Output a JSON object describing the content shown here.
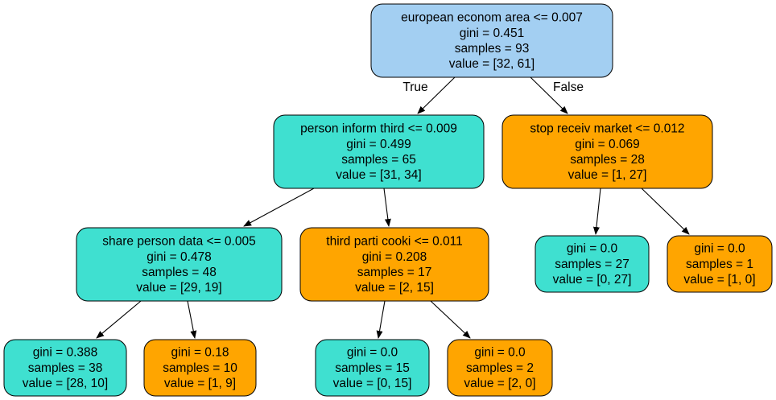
{
  "colors": {
    "blue": "#a3cff2",
    "teal": "#3fe0d0",
    "orange": "#ffa500",
    "stroke": "#000000"
  },
  "nodes": [
    {
      "id": "n0",
      "color": "blue",
      "lines": [
        "european econom area <= 0.007",
        "gini = 0.451",
        "samples = 93",
        "value = [32, 61]"
      ]
    },
    {
      "id": "n1",
      "color": "teal",
      "lines": [
        "person inform third <= 0.009",
        "gini = 0.499",
        "samples = 65",
        "value = [31, 34]"
      ]
    },
    {
      "id": "n2",
      "color": "orange",
      "lines": [
        "stop receiv market <= 0.012",
        "gini = 0.069",
        "samples = 28",
        "value = [1, 27]"
      ]
    },
    {
      "id": "n3",
      "color": "teal",
      "lines": [
        "share person data <= 0.005",
        "gini = 0.478",
        "samples = 48",
        "value = [29, 19]"
      ]
    },
    {
      "id": "n4",
      "color": "orange",
      "lines": [
        "third parti cooki <= 0.011",
        "gini = 0.208",
        "samples = 17",
        "value = [2, 15]"
      ]
    },
    {
      "id": "n5",
      "color": "teal",
      "lines": [
        "gini = 0.0",
        "samples = 27",
        "value = [0, 27]"
      ]
    },
    {
      "id": "n6",
      "color": "orange",
      "lines": [
        "gini = 0.0",
        "samples = 1",
        "value = [1, 0]"
      ]
    },
    {
      "id": "n7",
      "color": "teal",
      "lines": [
        "gini = 0.388",
        "samples = 38",
        "value = [28, 10]"
      ]
    },
    {
      "id": "n8",
      "color": "orange",
      "lines": [
        "gini = 0.18",
        "samples = 10",
        "value = [1, 9]"
      ]
    },
    {
      "id": "n9",
      "color": "teal",
      "lines": [
        "gini = 0.0",
        "samples = 15",
        "value = [0, 15]"
      ]
    },
    {
      "id": "n10",
      "color": "orange",
      "lines": [
        "gini = 0.0",
        "samples = 2",
        "value = [2, 0]"
      ]
    }
  ],
  "edges": [
    {
      "from": "n0",
      "to": "n1",
      "label": "True"
    },
    {
      "from": "n0",
      "to": "n2",
      "label": "False"
    },
    {
      "from": "n1",
      "to": "n3",
      "label": ""
    },
    {
      "from": "n1",
      "to": "n4",
      "label": ""
    },
    {
      "from": "n2",
      "to": "n5",
      "label": ""
    },
    {
      "from": "n2",
      "to": "n6",
      "label": ""
    },
    {
      "from": "n3",
      "to": "n7",
      "label": ""
    },
    {
      "from": "n3",
      "to": "n8",
      "label": ""
    },
    {
      "from": "n4",
      "to": "n9",
      "label": ""
    },
    {
      "from": "n4",
      "to": "n10",
      "label": ""
    }
  ]
}
